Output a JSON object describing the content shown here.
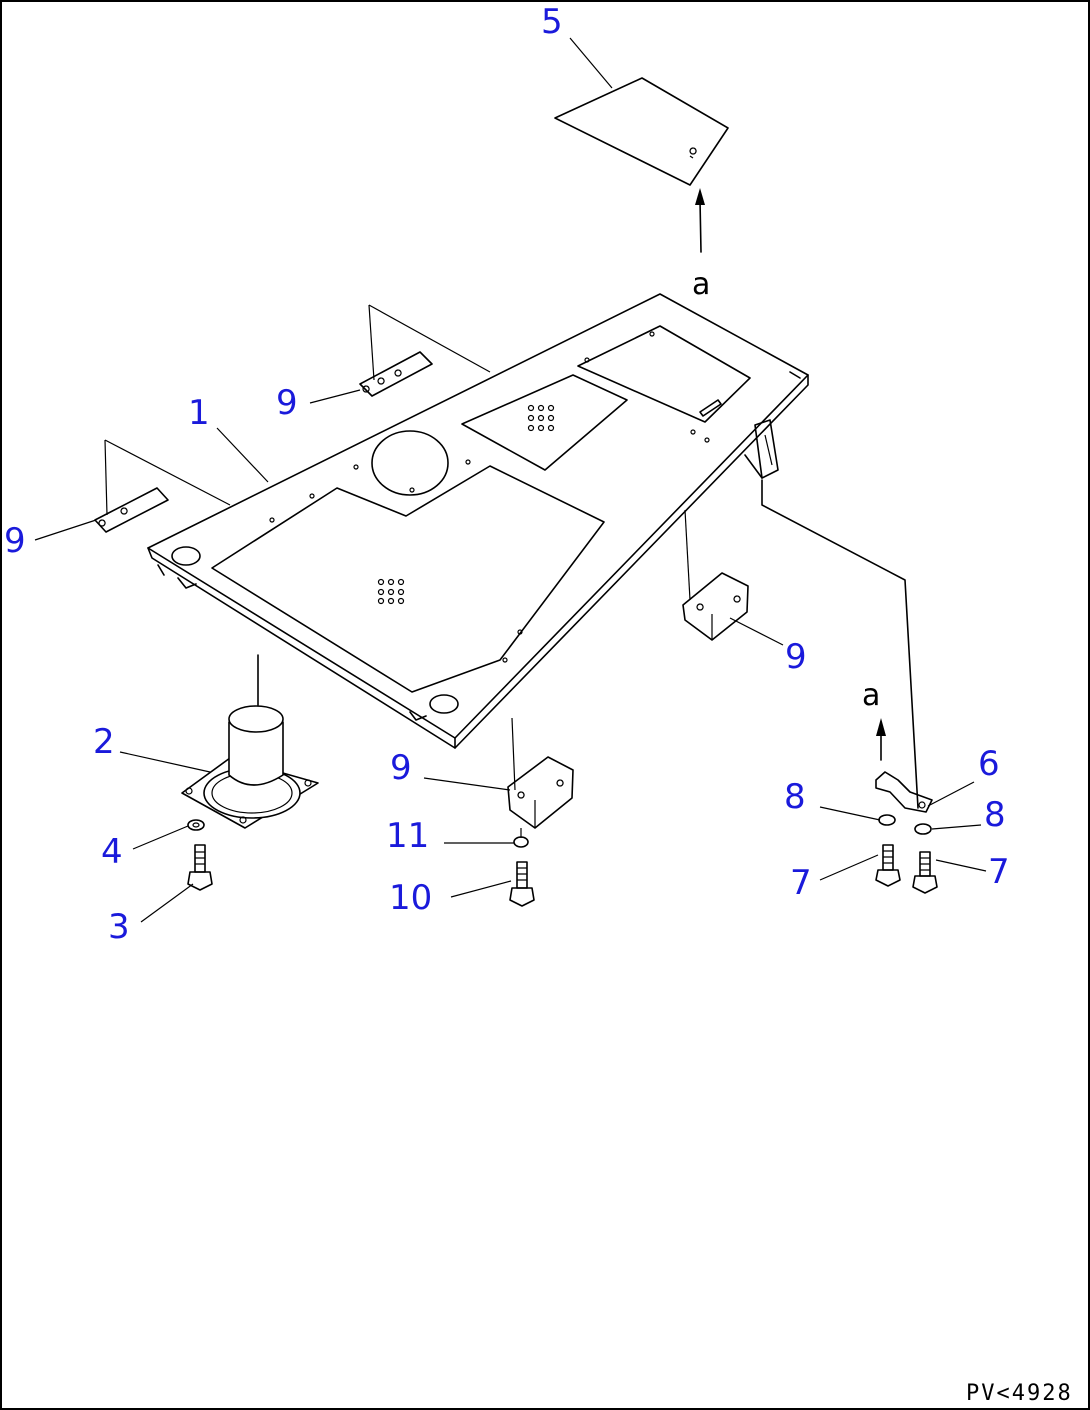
{
  "callouts": {
    "c1": "1",
    "c2": "2",
    "c3": "3",
    "c4": "4",
    "c5": "5",
    "c6": "6",
    "c7a": "7",
    "c7b": "7",
    "c8a": "8",
    "c8b": "8",
    "c9a": "9",
    "c9b": "9",
    "c9c": "9",
    "c9d": "9",
    "c10": "10",
    "c11": "11"
  },
  "view_marks": {
    "top": "a",
    "lower": "a"
  },
  "drawing_code": "PV<4928"
}
